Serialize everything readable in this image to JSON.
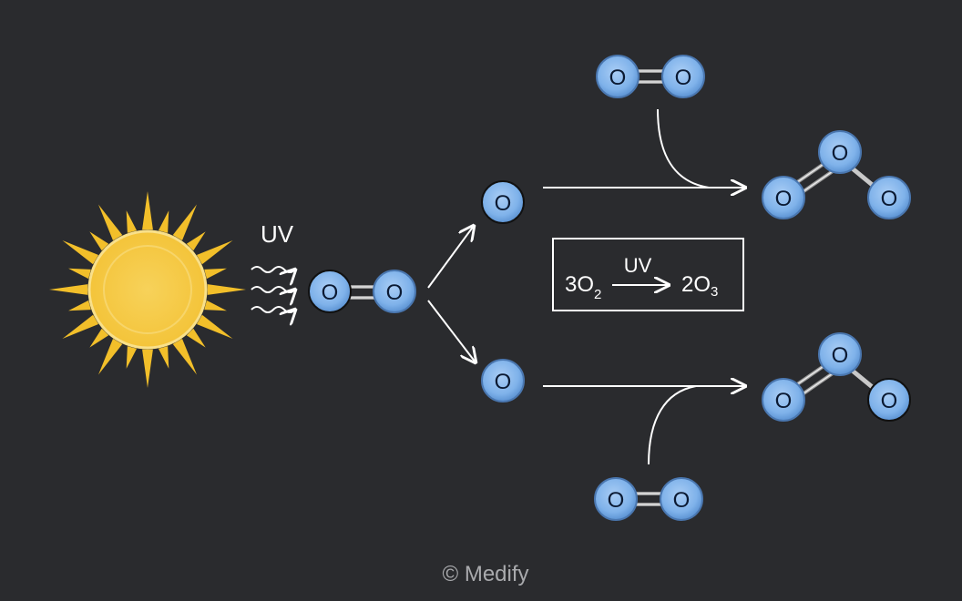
{
  "uv_label": "UV",
  "atom_symbol": "O",
  "equation": {
    "reactant_coef": "3O",
    "reactant_sub": "2",
    "arrow_label": "UV",
    "product": "2O",
    "product_sub": "3"
  },
  "credit": "© Medify",
  "colors": {
    "background": "#2a2b2e",
    "atom_fill": "#7fb2ea",
    "sun": "#f5c842",
    "rays": "#f2bf2a",
    "lines": "#ffffff"
  },
  "icons": [
    "sun-icon",
    "uv-wave-icon",
    "oxygen-molecule-icon",
    "oxygen-atom-icon",
    "ozone-molecule-icon"
  ]
}
